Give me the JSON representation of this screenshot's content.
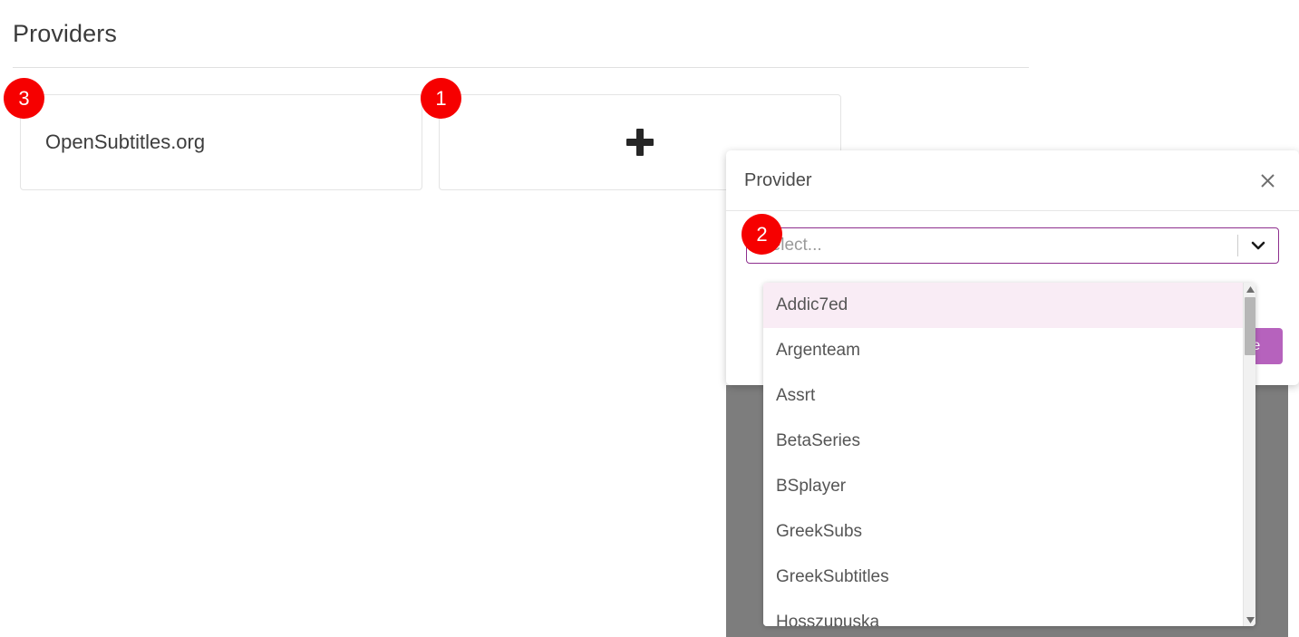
{
  "page": {
    "title": "Providers"
  },
  "providers": {
    "cards": [
      {
        "label": "OpenSubtitles.org",
        "type": "provider"
      },
      {
        "label": "",
        "type": "add",
        "icon": "plus-icon"
      }
    ]
  },
  "modal": {
    "title": "Provider",
    "close_icon": "close-icon",
    "select": {
      "placeholder": "Select...",
      "value": "",
      "arrow_icon": "chevron-down-icon",
      "border_color": "#8e2f8e"
    },
    "save_label": "Save",
    "save_color": "#b662bd"
  },
  "dropdown": {
    "focused_index": 0,
    "focused_bg": "#f9ecf5",
    "options": [
      "Addic7ed",
      "Argenteam",
      "Assrt",
      "BetaSeries",
      "BSplayer",
      "GreekSubs",
      "GreekSubtitles",
      "Hosszupuska"
    ],
    "scrollbar": {
      "up_icon": "scroll-up-arrow-icon",
      "down_icon": "scroll-down-arrow-icon"
    }
  },
  "annotations": {
    "badges": [
      {
        "id": "badge-1",
        "label": "1"
      },
      {
        "id": "badge-2",
        "label": "2"
      },
      {
        "id": "badge-3",
        "label": "3"
      }
    ],
    "color": "#f60000"
  }
}
